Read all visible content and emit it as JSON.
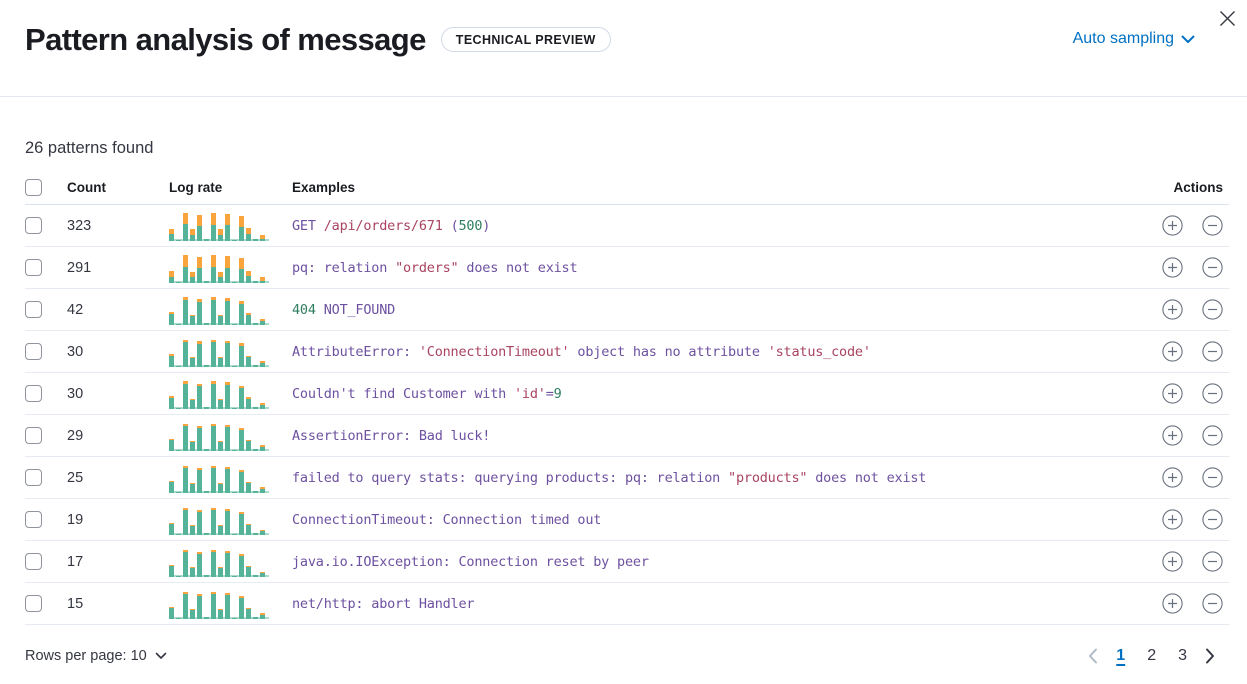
{
  "header": {
    "title": "Pattern analysis of message",
    "badge": "TECHNICAL PREVIEW",
    "sampling_label": "Auto sampling"
  },
  "summary": "26 patterns found",
  "table": {
    "columns": {
      "count": "Count",
      "log_rate": "Log rate",
      "examples": "Examples",
      "actions": "Actions"
    }
  },
  "rows": [
    {
      "count": "323",
      "tokens": [
        [
          "p",
          "GET "
        ],
        [
          "r",
          "/api/orders/671"
        ],
        [
          "p",
          " ("
        ],
        [
          "g",
          "500"
        ],
        [
          "p",
          ")"
        ]
      ],
      "bars": [
        [
          7,
          5
        ],
        [
          1,
          0
        ],
        [
          17,
          11
        ],
        [
          6,
          6
        ],
        [
          15,
          11
        ],
        [
          2,
          0
        ],
        [
          16,
          12
        ],
        [
          6,
          6
        ],
        [
          16,
          11
        ],
        [
          1,
          0
        ],
        [
          14,
          11
        ],
        [
          7,
          6
        ],
        [
          2,
          0
        ],
        [
          2,
          4
        ]
      ]
    },
    {
      "count": "291",
      "tokens": [
        [
          "p",
          "pq: relation "
        ],
        [
          "r",
          "\"orders\""
        ],
        [
          "p",
          " does not exist"
        ]
      ],
      "bars": [
        [
          6,
          6
        ],
        [
          1,
          0
        ],
        [
          16,
          12
        ],
        [
          6,
          5
        ],
        [
          15,
          11
        ],
        [
          2,
          0
        ],
        [
          16,
          12
        ],
        [
          6,
          5
        ],
        [
          15,
          12
        ],
        [
          1,
          0
        ],
        [
          14,
          11
        ],
        [
          7,
          5
        ],
        [
          2,
          0
        ],
        [
          2,
          4
        ]
      ]
    },
    {
      "count": "42",
      "tokens": [
        [
          "g",
          "404"
        ],
        [
          "p",
          " NOT_FOUND"
        ]
      ],
      "bars": [
        [
          11,
          2
        ],
        [
          1,
          0
        ],
        [
          25,
          3
        ],
        [
          9,
          1
        ],
        [
          23,
          3
        ],
        [
          2,
          0
        ],
        [
          25,
          3
        ],
        [
          9,
          1
        ],
        [
          24,
          3
        ],
        [
          1,
          0
        ],
        [
          21,
          3
        ],
        [
          10,
          2
        ],
        [
          2,
          0
        ],
        [
          4,
          2
        ]
      ]
    },
    {
      "count": "30",
      "tokens": [
        [
          "p",
          "AttributeError: "
        ],
        [
          "r",
          "'ConnectionTimeout'"
        ],
        [
          "p",
          " object has no attribute "
        ],
        [
          "r",
          "'status_code'"
        ]
      ],
      "bars": [
        [
          11,
          2
        ],
        [
          1,
          0
        ],
        [
          25,
          2
        ],
        [
          9,
          1
        ],
        [
          23,
          3
        ],
        [
          2,
          0
        ],
        [
          25,
          2
        ],
        [
          9,
          1
        ],
        [
          24,
          2
        ],
        [
          1,
          0
        ],
        [
          21,
          3
        ],
        [
          10,
          1
        ],
        [
          2,
          0
        ],
        [
          4,
          2
        ]
      ]
    },
    {
      "count": "30",
      "tokens": [
        [
          "p",
          "Couldn't find Customer with "
        ],
        [
          "r",
          "'id'"
        ],
        [
          "p",
          "="
        ],
        [
          "g",
          "9"
        ]
      ],
      "bars": [
        [
          11,
          2
        ],
        [
          1,
          0
        ],
        [
          25,
          3
        ],
        [
          9,
          1
        ],
        [
          23,
          2
        ],
        [
          2,
          0
        ],
        [
          25,
          3
        ],
        [
          9,
          1
        ],
        [
          24,
          3
        ],
        [
          1,
          0
        ],
        [
          21,
          2
        ],
        [
          10,
          2
        ],
        [
          2,
          0
        ],
        [
          4,
          2
        ]
      ]
    },
    {
      "count": "29",
      "tokens": [
        [
          "p",
          "AssertionError: Bad luck!"
        ]
      ],
      "bars": [
        [
          11,
          1
        ],
        [
          1,
          0
        ],
        [
          25,
          2
        ],
        [
          9,
          1
        ],
        [
          23,
          2
        ],
        [
          2,
          0
        ],
        [
          25,
          2
        ],
        [
          9,
          1
        ],
        [
          24,
          2
        ],
        [
          1,
          0
        ],
        [
          21,
          2
        ],
        [
          10,
          1
        ],
        [
          2,
          0
        ],
        [
          4,
          2
        ]
      ]
    },
    {
      "count": "25",
      "tokens": [
        [
          "p",
          "failed to query stats: querying products: pq: relation "
        ],
        [
          "r",
          "\"products\""
        ],
        [
          "p",
          " does not exist"
        ]
      ],
      "bars": [
        [
          11,
          1
        ],
        [
          1,
          0
        ],
        [
          25,
          2
        ],
        [
          9,
          1
        ],
        [
          23,
          2
        ],
        [
          2,
          0
        ],
        [
          25,
          2
        ],
        [
          9,
          1
        ],
        [
          24,
          2
        ],
        [
          1,
          0
        ],
        [
          21,
          2
        ],
        [
          10,
          1
        ],
        [
          2,
          0
        ],
        [
          4,
          2
        ]
      ]
    },
    {
      "count": "19",
      "tokens": [
        [
          "p",
          "ConnectionTimeout: Connection timed out"
        ]
      ],
      "bars": [
        [
          11,
          1
        ],
        [
          1,
          0
        ],
        [
          25,
          2
        ],
        [
          9,
          1
        ],
        [
          23,
          2
        ],
        [
          2,
          0
        ],
        [
          25,
          2
        ],
        [
          9,
          1
        ],
        [
          24,
          2
        ],
        [
          1,
          0
        ],
        [
          21,
          2
        ],
        [
          10,
          1
        ],
        [
          2,
          0
        ],
        [
          4,
          1
        ]
      ]
    },
    {
      "count": "17",
      "tokens": [
        [
          "p",
          "java.io.IOException: Connection reset by peer"
        ]
      ],
      "bars": [
        [
          11,
          1
        ],
        [
          1,
          0
        ],
        [
          25,
          2
        ],
        [
          9,
          1
        ],
        [
          23,
          2
        ],
        [
          2,
          0
        ],
        [
          25,
          2
        ],
        [
          9,
          1
        ],
        [
          24,
          2
        ],
        [
          1,
          0
        ],
        [
          21,
          2
        ],
        [
          10,
          1
        ],
        [
          2,
          0
        ],
        [
          4,
          1
        ]
      ]
    },
    {
      "count": "15",
      "tokens": [
        [
          "p",
          "net/http: abort Handler"
        ]
      ],
      "bars": [
        [
          11,
          1
        ],
        [
          1,
          0
        ],
        [
          25,
          2
        ],
        [
          9,
          1
        ],
        [
          23,
          2
        ],
        [
          2,
          0
        ],
        [
          25,
          2
        ],
        [
          9,
          1
        ],
        [
          24,
          2
        ],
        [
          1,
          0
        ],
        [
          21,
          2
        ],
        [
          10,
          1
        ],
        [
          2,
          0
        ],
        [
          4,
          2
        ]
      ]
    }
  ],
  "footer": {
    "rows_per_page_label": "Rows per page: 10",
    "pages": [
      "1",
      "2",
      "3"
    ],
    "active_page": "1"
  },
  "colors": {
    "bar_teal": "#54B399",
    "bar_teal_light": "#ABDCCB",
    "bar_orange": "#F9A43C",
    "token_purple": "#6D51A0",
    "token_red": "#A94461",
    "token_green": "#2F7E60",
    "link_blue": "#0071C2",
    "icon_gray": "#69707D",
    "disabled_gray": "#AFB9C6"
  }
}
